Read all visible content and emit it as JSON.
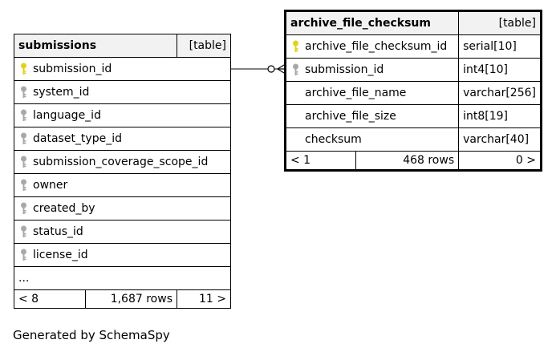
{
  "submissions": {
    "name": "submissions",
    "kind": "[table]",
    "columns": [
      {
        "name": "submission_id",
        "key": "primary"
      },
      {
        "name": "system_id",
        "key": "foreign"
      },
      {
        "name": "language_id",
        "key": "foreign"
      },
      {
        "name": "dataset_type_id",
        "key": "foreign"
      },
      {
        "name": "submission_coverage_scope_id",
        "key": "foreign"
      },
      {
        "name": "owner",
        "key": "foreign"
      },
      {
        "name": "created_by",
        "key": "foreign"
      },
      {
        "name": "status_id",
        "key": "foreign"
      },
      {
        "name": "license_id",
        "key": "foreign"
      }
    ],
    "more": "...",
    "footer": {
      "left": "< 8",
      "rows": "1,687 rows",
      "right": "11 >"
    }
  },
  "archive": {
    "name": "archive_file_checksum",
    "kind": "[table]",
    "columns": [
      {
        "name": "archive_file_checksum_id",
        "type": "serial[10]",
        "key": "primary"
      },
      {
        "name": "submission_id",
        "type": "int4[10]",
        "key": "foreign"
      },
      {
        "name": "archive_file_name",
        "type": "varchar[256]",
        "key": "none"
      },
      {
        "name": "archive_file_size",
        "type": "int8[19]",
        "key": "none"
      },
      {
        "name": "checksum",
        "type": "varchar[40]",
        "key": "none"
      }
    ],
    "footer": {
      "left": "< 1",
      "rows": "468 rows",
      "right": "0 >"
    }
  },
  "credit": "Generated by SchemaSpy",
  "colors": {
    "primary_key": "#e3d11a",
    "foreign_key": "#a8a8a8"
  }
}
